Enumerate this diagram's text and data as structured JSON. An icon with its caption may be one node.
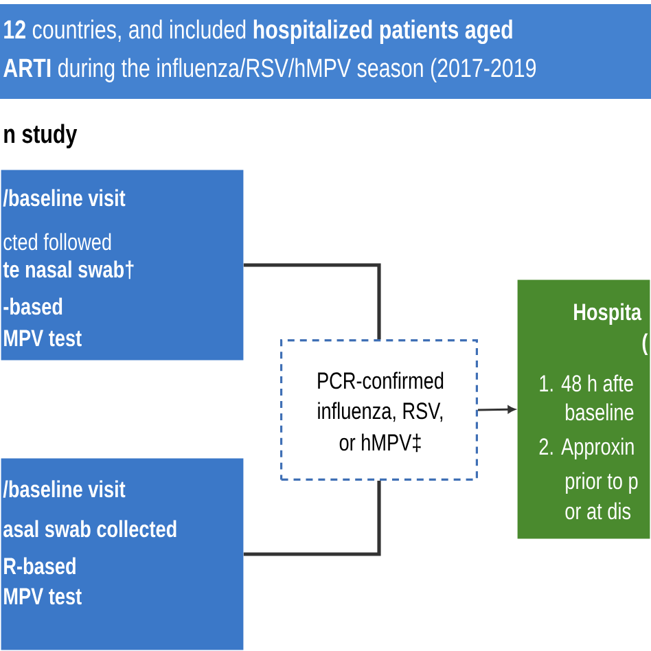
{
  "diagram": {
    "nodes": [
      {
        "text": [
          "/baseline visit",
          "cted followed",
          "te nasal swab†",
          "-based",
          "MPV test"
        ]
      },
      {
        "text": [
          "/baseline visit",
          "asal swab collected",
          "R-based",
          "MPV test"
        ]
      },
      {
        "text": [
          "PCR-confirmed",
          "influenza, RSV,",
          "or hMPV‡"
        ]
      },
      {
        "text": [
          "Hospita",
          "(",
          "1. 48 h afte",
          "baseline",
          "2. Approxin",
          "prior to p",
          "or at dis"
        ]
      }
    ],
    "edges": [
      {
        "from": 0,
        "to": 2,
        "arrow": "none"
      },
      {
        "from": 1,
        "to": 2,
        "arrow": "none"
      },
      {
        "from": 2,
        "to": 3,
        "arrow": "to"
      }
    ],
    "labels": [
      "**12** countries, and included **hospitalized patients aged**",
      "**ARTI** during the influenza/RSV/hMPV season (2017-2019",
      "n study"
    ]
  }
}
